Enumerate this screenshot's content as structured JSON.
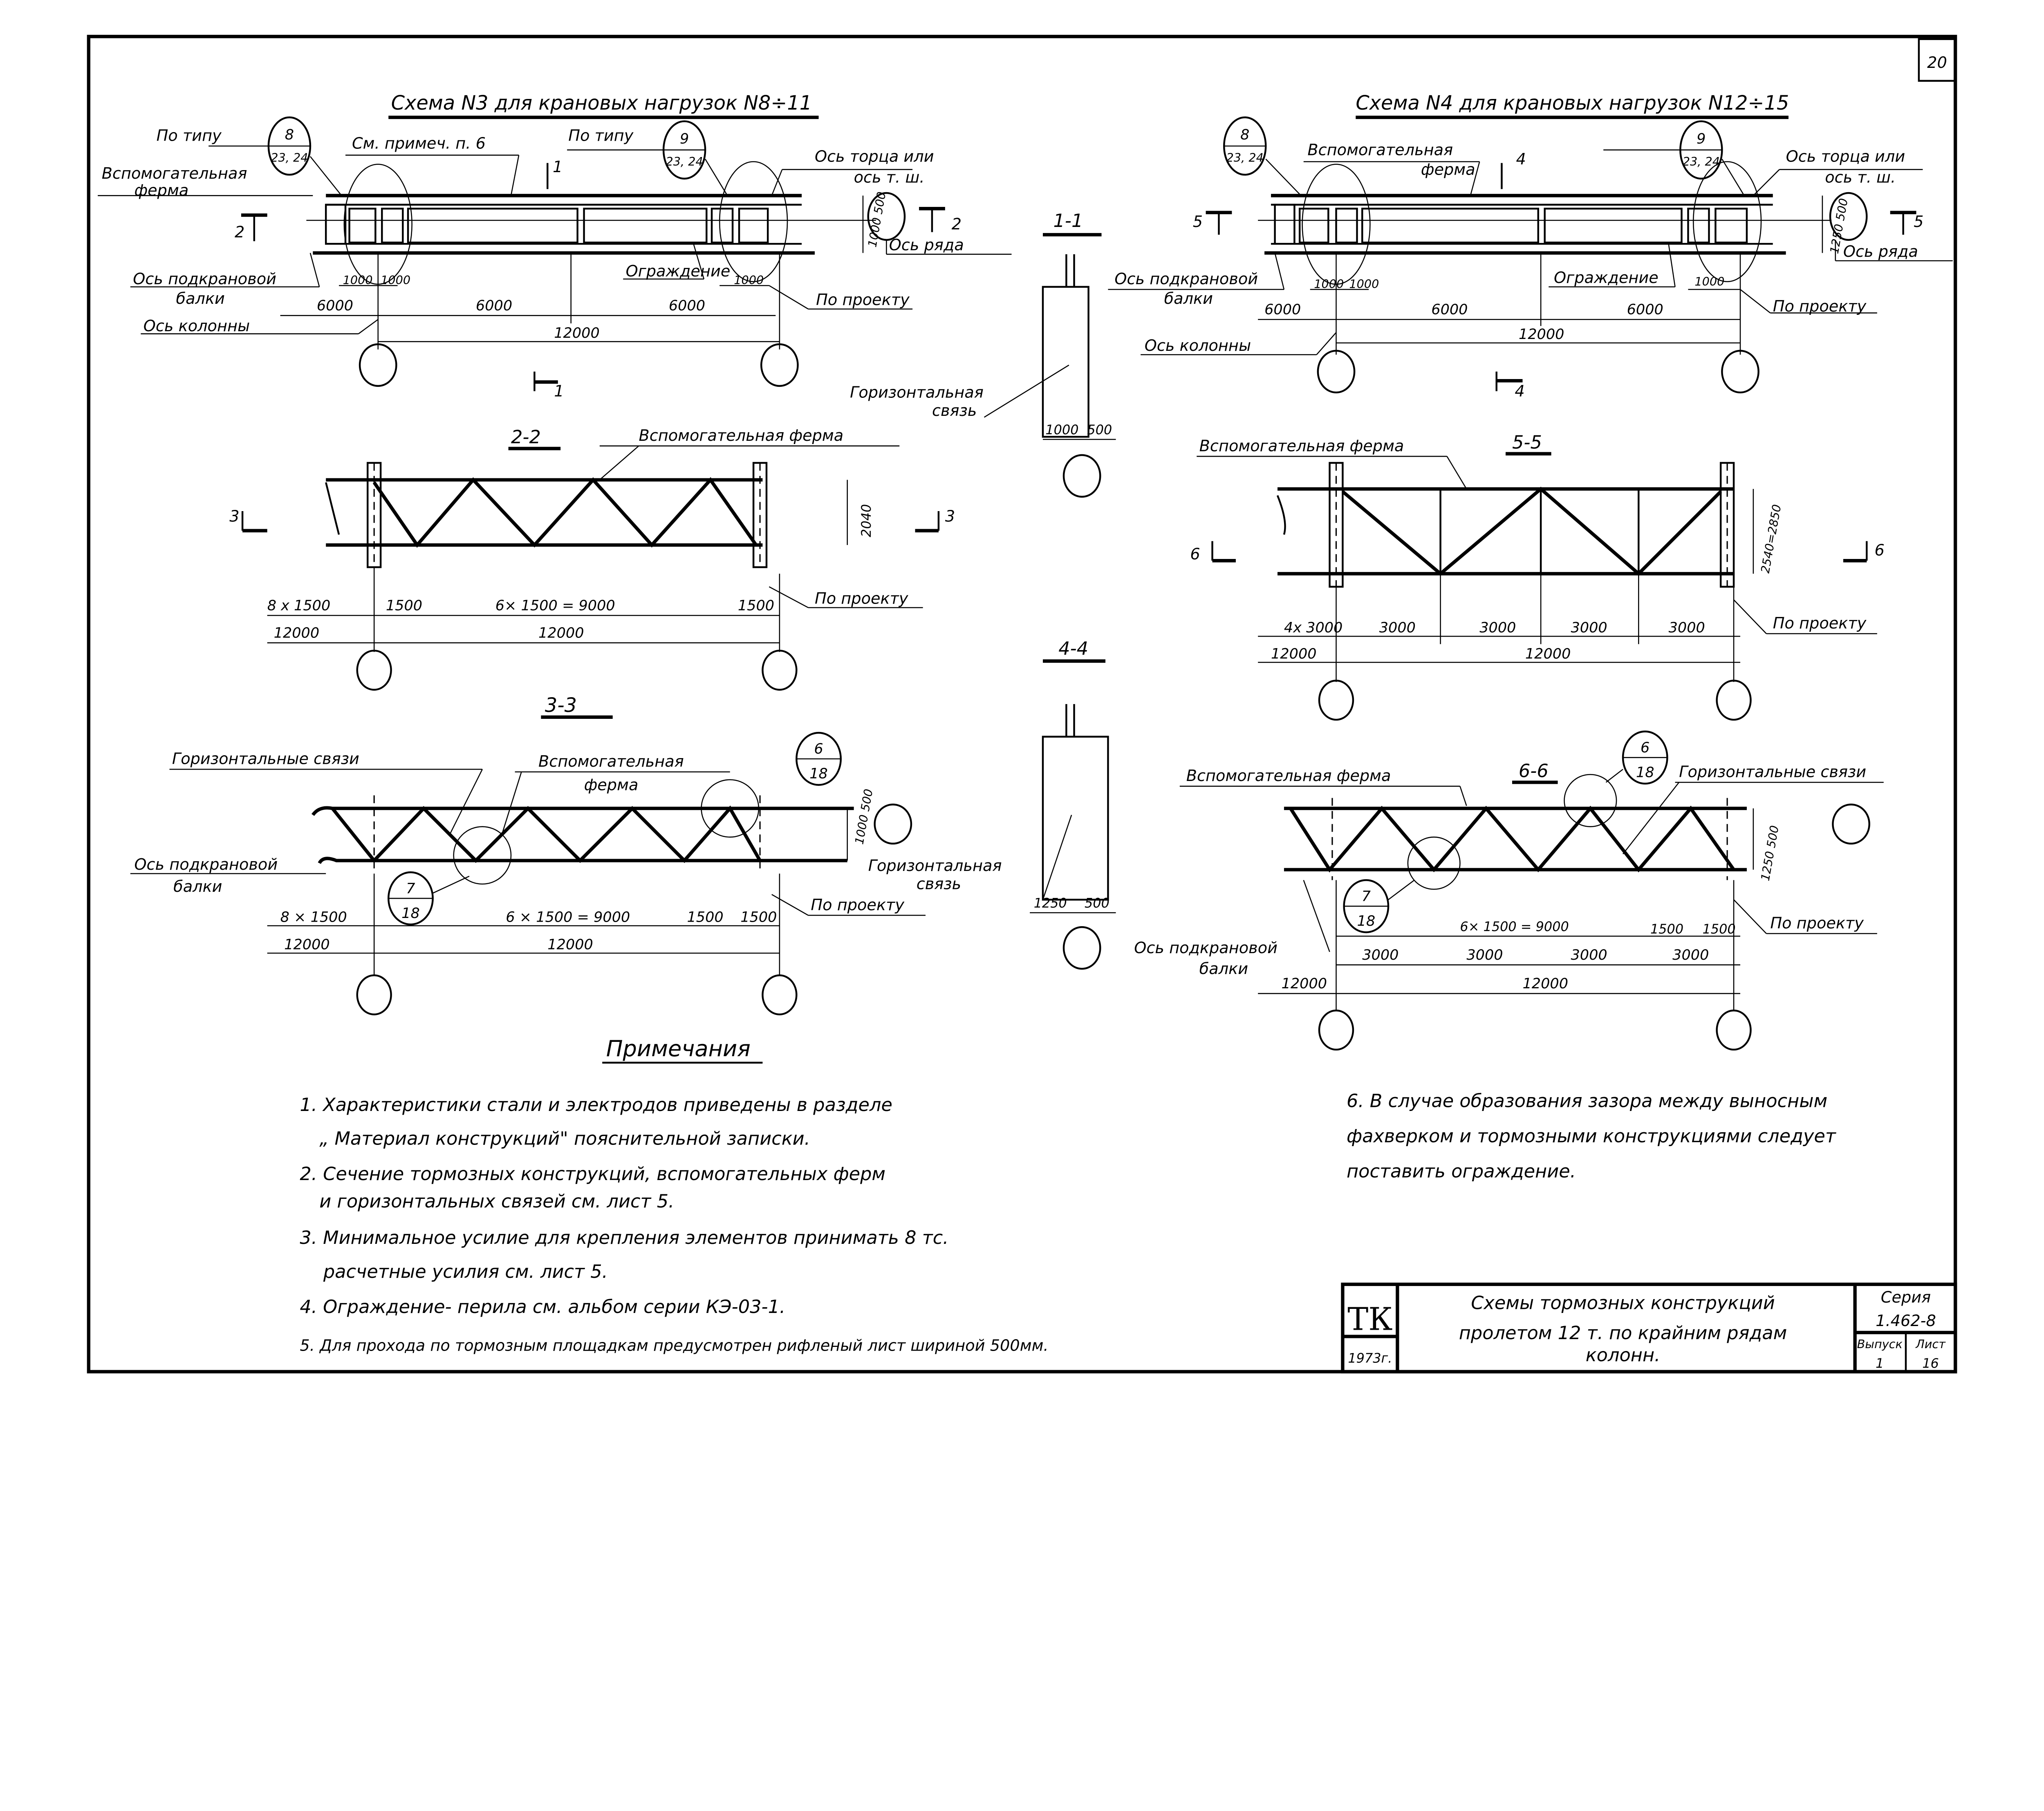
{
  "sheet_number": "20",
  "scheme3": {
    "title": "Схема N3 для крановых нагрузок N8÷11",
    "po_tipu_a": "По типу",
    "n8_top": "8",
    "n8_bot": "23, 24",
    "see_note": "См. примеч. п. 6",
    "po_tipu_b": "По типу",
    "n9_top": "9",
    "n9_bot": "23, 24",
    "axis_end": "Ось торца или",
    "axis_end2": "ось т. ш.",
    "aux": "Вспомогательная",
    "aux2": "ферма",
    "axis_row": "Ось ряда",
    "cut2_l": "2",
    "cut2_r": "2",
    "cut1_t": "1",
    "cut1_b": "1",
    "crane": "Ось подкрановой",
    "crane2": "балки",
    "fence": "Ограждение",
    "d1000a": "1000",
    "d1000b": "1000",
    "d1000c": "1000",
    "by_project": "По проекту",
    "d6000a": "6000",
    "d6000b": "6000",
    "d6000c": "6000",
    "column_axis": "Ось колонны",
    "d12000": "12000",
    "vdim": "1000  500"
  },
  "section11": {
    "title": "1-1",
    "bond": "Горизонтальная",
    "bond2": "связь",
    "d1000": "1000",
    "d500": "500"
  },
  "section22": {
    "title": "2-2",
    "aux": "Вспомогательная ферма",
    "cut3_l": "3",
    "cut3_r": "3",
    "vdim": "2040",
    "d8x1500": "8 x 1500",
    "d1500a": "1500",
    "d6x1500": "6× 1500 = 9000",
    "d1500b": "1500",
    "by_project": "По проекту",
    "d12000a": "12000",
    "d12000b": "12000"
  },
  "section33": {
    "title": "3-3",
    "bonds": "Горизонтальные связи",
    "aux": "Вспомогательная",
    "aux2": "ферма",
    "n6_top": "6",
    "n6_bot": "18",
    "n7_top": "7",
    "n7_bot": "18",
    "vdim": "1000  500",
    "crane": "Ось подкрановой",
    "crane2": "балки",
    "by_project": "По проекту",
    "d8x1500": "8 × 1500",
    "d6x1500": "6 × 1500 = 9000",
    "d1500a": "1500",
    "d1500b": "1500",
    "d12000a": "12000",
    "d12000b": "12000"
  },
  "section44": {
    "title": "4-4",
    "bond": "Горизонтальная",
    "bond2": "связь",
    "d1250": "1250",
    "d500": "500"
  },
  "scheme4": {
    "title": "Схема N4 для крановых нагрузок N12÷15",
    "n8_top": "8",
    "n8_bot": "23, 24",
    "aux": "Вспомогательная",
    "aux2": "ферма",
    "cut4_t": "4",
    "cut4_b": "4",
    "n9_top": "9",
    "n9_bot": "23, 24",
    "axis_end": "Ось торца или",
    "axis_end2": "ось т. ш.",
    "cut5_l": "5",
    "cut5_r": "5",
    "vdim": "1250  500",
    "axis_row": "Ось ряда",
    "crane": "Ось подкрановой",
    "crane2": "балки",
    "d1000a": "1000",
    "d1000b": "1000",
    "d1000c": "1000",
    "fence": "Ограждение",
    "d6000a": "6000",
    "d6000b": "6000",
    "d6000c": "6000",
    "by_project": "По проекту",
    "d12000": "12000",
    "column_axis": "Ось колонны"
  },
  "section55": {
    "title": "5-5",
    "aux": "Вспомогательная ферма",
    "cut6_l": "6",
    "cut6_r": "6",
    "vdim": "2540=2850",
    "by_project": "По проекту",
    "d4x3000": "4x 3000",
    "d3000a": "3000",
    "d3000b": "3000",
    "d3000c": "3000",
    "d3000d": "3000",
    "d12000a": "12000",
    "d12000b": "12000"
  },
  "section66": {
    "title": "6-6",
    "aux": "Вспомогательная ферма",
    "n6_top": "6",
    "n6_bot": "18",
    "bonds": "Горизонтальные связи",
    "vdim": "1250  500",
    "n7_top": "7",
    "n7_bot": "18",
    "d6x1500": "6× 1500 = 9000",
    "d1500a": "1500",
    "d1500b": "1500",
    "by_project": "По проекту",
    "crane": "Ось подкрановой",
    "crane2": "балки",
    "d3000a": "3000",
    "d3000b": "3000",
    "d3000c": "3000",
    "d3000d": "3000",
    "d12000a": "12000",
    "d12000b": "12000"
  },
  "notes": {
    "title": "Примечания",
    "n1a": "1. Характеристики  стали и электродов приведены в разделе",
    "n1b": "„ Материал  конструкций\" пояснительной записки.",
    "n2a": "2. Сечение тормозных  конструкций, вспомогательных ферм",
    "n2b": "и горизонтальных связей  см. лист 5.",
    "n3a": "3. Минимальное  усилие для крепления элементов принимать 8 тс.",
    "n3b": "расчетные  усилия  см. лист 5.",
    "n4": "4. Ограждение- перила  см. альбом  серии  КЭ-03-1.",
    "n5": "5. Для прохода по тормозным площадкам предусмотрен рифленый лист шириной 500мм.",
    "n6a": "6. В случае  образования зазора между выносным",
    "n6b": "фахверком и тормозными конструкциями следует",
    "n6c": "поставить ограждение."
  },
  "title_block": {
    "logo": "ТК",
    "year": "1973г.",
    "title1": "Схемы тормозных конструкций",
    "title2": "пролетом  12 т. по крайним рядам",
    "title3": "колонн.",
    "series_label": "Серия",
    "series": "1.462-8",
    "issue_label": "Выпуск",
    "issue": "1",
    "sheet_label": "Лист",
    "sheet": "16"
  }
}
